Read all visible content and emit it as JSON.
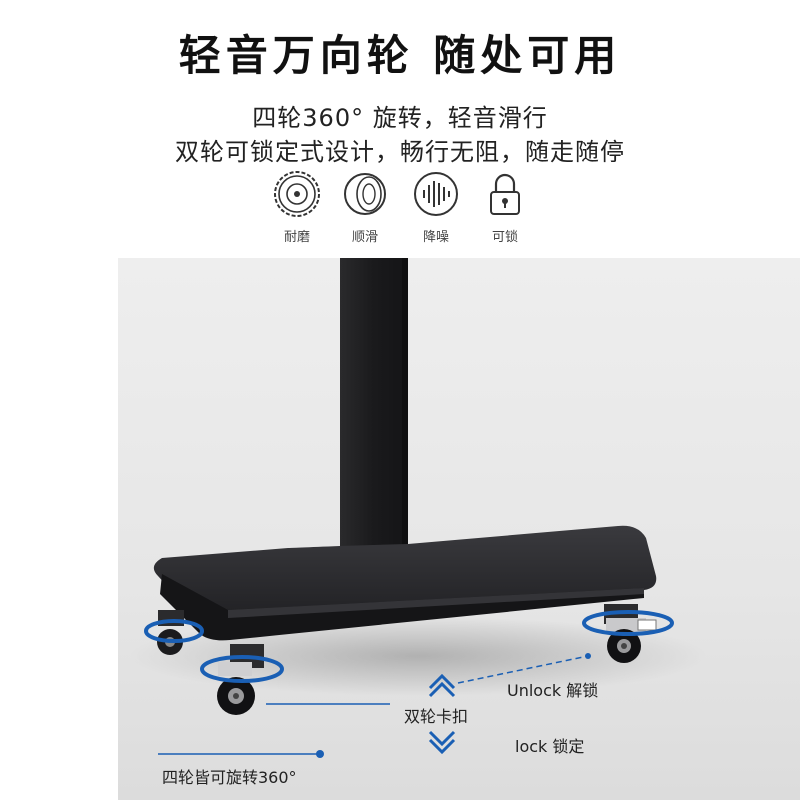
{
  "headline": "轻音万向轮  随处可用",
  "subline1": "四轮360°  旋转，轻音滑行",
  "subline2": "双轮可锁定式设计，畅行无阻，随走随停",
  "features": [
    {
      "label": "耐磨",
      "icon": "wheel-icon"
    },
    {
      "label": "顺滑",
      "icon": "wheel-ring-icon"
    },
    {
      "label": "降噪",
      "icon": "soundwave-icon"
    },
    {
      "label": "可锁",
      "icon": "padlock-icon"
    }
  ],
  "callouts": {
    "unlock": "Unlock 解锁",
    "lock": "lock 锁定",
    "dual_lock": "双轮卡扣",
    "rotate": "四轮皆可旋转360°"
  },
  "colors": {
    "accent": "#1a5fb4",
    "stand": "#1c1c1e"
  }
}
